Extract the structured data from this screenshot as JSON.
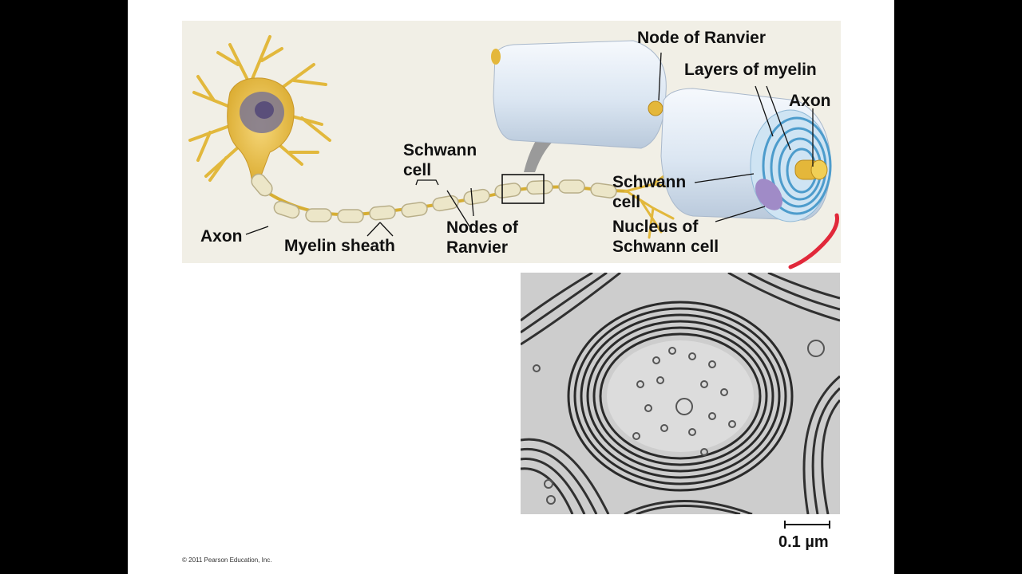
{
  "labels": {
    "axon_left": "Axon",
    "myelin_sheath": "Myelin sheath",
    "schwann_cell_top": "Schwann\ncell",
    "nodes_of_ranvier": "Nodes of\nRanvier",
    "node_of_ranvier": "Node of Ranvier",
    "layers_of_myelin": "Layers of myelin",
    "axon_right": "Axon",
    "schwann_cell_right": "Schwann\ncell",
    "nucleus_of_schwann_cell": "Nucleus of\nSchwann cell"
  },
  "scale_bar": {
    "label": "0.1 µm"
  },
  "copyright": "© 2011 Pearson Education, Inc.",
  "colors": {
    "panel_background": "#f1efe6",
    "neuron": "#e8c24a",
    "myelin": "#e9e4c9",
    "schwann_cell": "#dfe9f4",
    "myelin_layers": "#5fa9d6",
    "nucleus": "#9d86c2",
    "arrow": "#9a9a9a"
  }
}
